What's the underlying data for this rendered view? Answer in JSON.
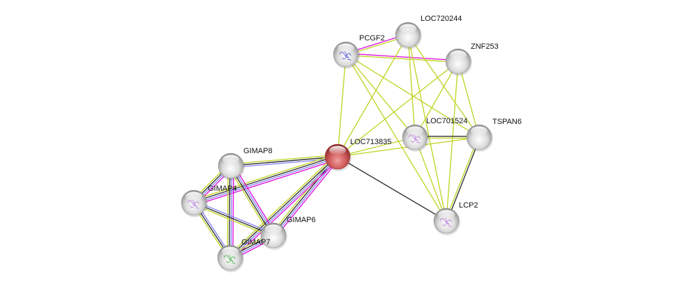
{
  "colors": {
    "textmining": "#c2d62e",
    "coexpression": "#333333",
    "experiments": "#e014e0",
    "database": "#8c8cf5",
    "default_node": "#e6e6e6",
    "query_node": "#d45a5a"
  },
  "nodes": [
    {
      "id": "PCGF2",
      "label": "PCGF2",
      "query": false,
      "structure": "blue"
    },
    {
      "id": "LOC720244",
      "label": "LOC720244",
      "query": false,
      "structure": null
    },
    {
      "id": "ZNF253",
      "label": "ZNF253",
      "query": false,
      "structure": null
    },
    {
      "id": "LOC713835",
      "label": "LOC713835",
      "query": true,
      "structure": null
    },
    {
      "id": "LOC701524",
      "label": "LOC701524",
      "query": false,
      "structure": "purple"
    },
    {
      "id": "TSPAN6",
      "label": "TSPAN6",
      "query": false,
      "structure": null
    },
    {
      "id": "LCP2",
      "label": "LCP2",
      "query": false,
      "structure": "purple"
    },
    {
      "id": "GIMAP8",
      "label": "GIMAP8",
      "query": false,
      "structure": null
    },
    {
      "id": "GIMAP4",
      "label": "GIMAP4",
      "query": false,
      "structure": "purple"
    },
    {
      "id": "GIMAP6",
      "label": "GIMAP6",
      "query": false,
      "structure": null
    },
    {
      "id": "GIMAP7",
      "label": "GIMAP7",
      "query": false,
      "structure": "green"
    }
  ],
  "edges": [
    {
      "a": "PCGF2",
      "b": "LOC720244",
      "types": [
        "experiments",
        "textmining"
      ]
    },
    {
      "a": "PCGF2",
      "b": "ZNF253",
      "types": [
        "experiments",
        "textmining"
      ]
    },
    {
      "a": "PCGF2",
      "b": "LOC713835",
      "types": [
        "textmining"
      ]
    },
    {
      "a": "PCGF2",
      "b": "LOC701524",
      "types": [
        "textmining"
      ]
    },
    {
      "a": "PCGF2",
      "b": "TSPAN6",
      "types": [
        "textmining"
      ]
    },
    {
      "a": "PCGF2",
      "b": "LCP2",
      "types": [
        "textmining"
      ]
    },
    {
      "a": "LOC720244",
      "b": "LOC713835",
      "types": [
        "textmining"
      ]
    },
    {
      "a": "LOC720244",
      "b": "LOC701524",
      "types": [
        "textmining"
      ]
    },
    {
      "a": "LOC720244",
      "b": "TSPAN6",
      "types": [
        "textmining"
      ]
    },
    {
      "a": "LOC720244",
      "b": "LCP2",
      "types": [
        "textmining"
      ]
    },
    {
      "a": "ZNF253",
      "b": "LOC713835",
      "types": [
        "textmining"
      ]
    },
    {
      "a": "ZNF253",
      "b": "LOC701524",
      "types": [
        "textmining"
      ]
    },
    {
      "a": "ZNF253",
      "b": "TSPAN6",
      "types": [
        "textmining"
      ]
    },
    {
      "a": "ZNF253",
      "b": "LCP2",
      "types": [
        "textmining"
      ]
    },
    {
      "a": "LOC713835",
      "b": "LOC701524",
      "types": [
        "textmining"
      ]
    },
    {
      "a": "LOC713835",
      "b": "TSPAN6",
      "types": [
        "textmining"
      ]
    },
    {
      "a": "LOC713835",
      "b": "LCP2",
      "types": [
        "coexpression"
      ]
    },
    {
      "a": "LOC701524",
      "b": "TSPAN6",
      "types": [
        "coexpression",
        "textmining"
      ]
    },
    {
      "a": "LOC701524",
      "b": "LCP2",
      "types": [
        "textmining"
      ]
    },
    {
      "a": "TSPAN6",
      "b": "LCP2",
      "types": [
        "coexpression",
        "textmining"
      ]
    },
    {
      "a": "LOC713835",
      "b": "GIMAP8",
      "types": [
        "database",
        "coexpression",
        "textmining"
      ]
    },
    {
      "a": "LOC713835",
      "b": "GIMAP4",
      "types": [
        "experiments",
        "database",
        "coexpression",
        "textmining"
      ]
    },
    {
      "a": "LOC713835",
      "b": "GIMAP6",
      "types": [
        "experiments",
        "database",
        "coexpression",
        "textmining"
      ]
    },
    {
      "a": "LOC713835",
      "b": "GIMAP7",
      "types": [
        "experiments",
        "database",
        "coexpression",
        "textmining"
      ]
    },
    {
      "a": "GIMAP8",
      "b": "GIMAP4",
      "types": [
        "experiments",
        "database",
        "coexpression",
        "textmining"
      ]
    },
    {
      "a": "GIMAP8",
      "b": "GIMAP6",
      "types": [
        "experiments",
        "database",
        "coexpression",
        "textmining"
      ]
    },
    {
      "a": "GIMAP8",
      "b": "GIMAP7",
      "types": [
        "experiments",
        "database",
        "coexpression",
        "textmining"
      ]
    },
    {
      "a": "GIMAP4",
      "b": "GIMAP6",
      "types": [
        "database",
        "coexpression",
        "textmining"
      ]
    },
    {
      "a": "GIMAP4",
      "b": "GIMAP7",
      "types": [
        "database",
        "coexpression",
        "textmining"
      ]
    },
    {
      "a": "GIMAP6",
      "b": "GIMAP7",
      "types": [
        "experiments",
        "database",
        "coexpression",
        "textmining"
      ]
    }
  ]
}
